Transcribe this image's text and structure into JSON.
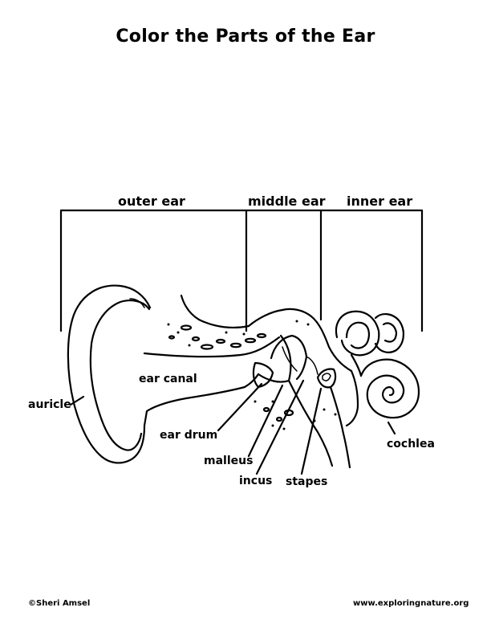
{
  "title": "Color the Parts of the Ear",
  "sections": {
    "outer": "outer ear",
    "middle": "middle ear",
    "inner": "inner ear"
  },
  "parts": {
    "ear_canal": "ear canal",
    "auricle": "auricle",
    "ear_drum": "ear drum",
    "malleus": "malleus",
    "incus": "incus",
    "stapes": "stapes",
    "cochlea": "cochlea"
  },
  "footer": {
    "credit": "©Sheri Amsel",
    "website": "www.exploringnature.org"
  }
}
